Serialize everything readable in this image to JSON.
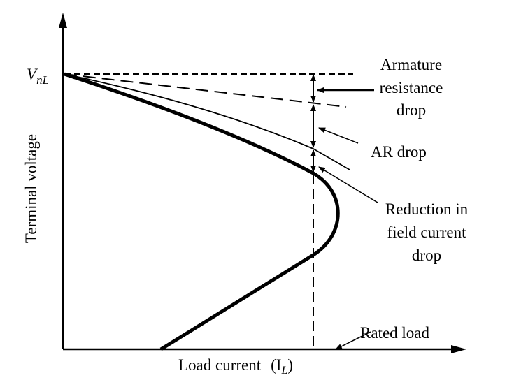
{
  "diagram": {
    "y_axis_label": "Terminal voltage",
    "x_axis_label": "Load current",
    "x_axis_symbol": "(I",
    "x_axis_symbol_sub": "L",
    "x_axis_symbol_close": ")",
    "vnl_main": "V",
    "vnl_sub": "nL",
    "labels": {
      "armature_1": "Armature",
      "armature_2": "resistance",
      "armature_3": "drop",
      "ar_drop": "AR drop",
      "reduction_1": "Reduction in",
      "reduction_2": "field current",
      "reduction_3": "drop",
      "rated_load": "Rated load"
    }
  }
}
